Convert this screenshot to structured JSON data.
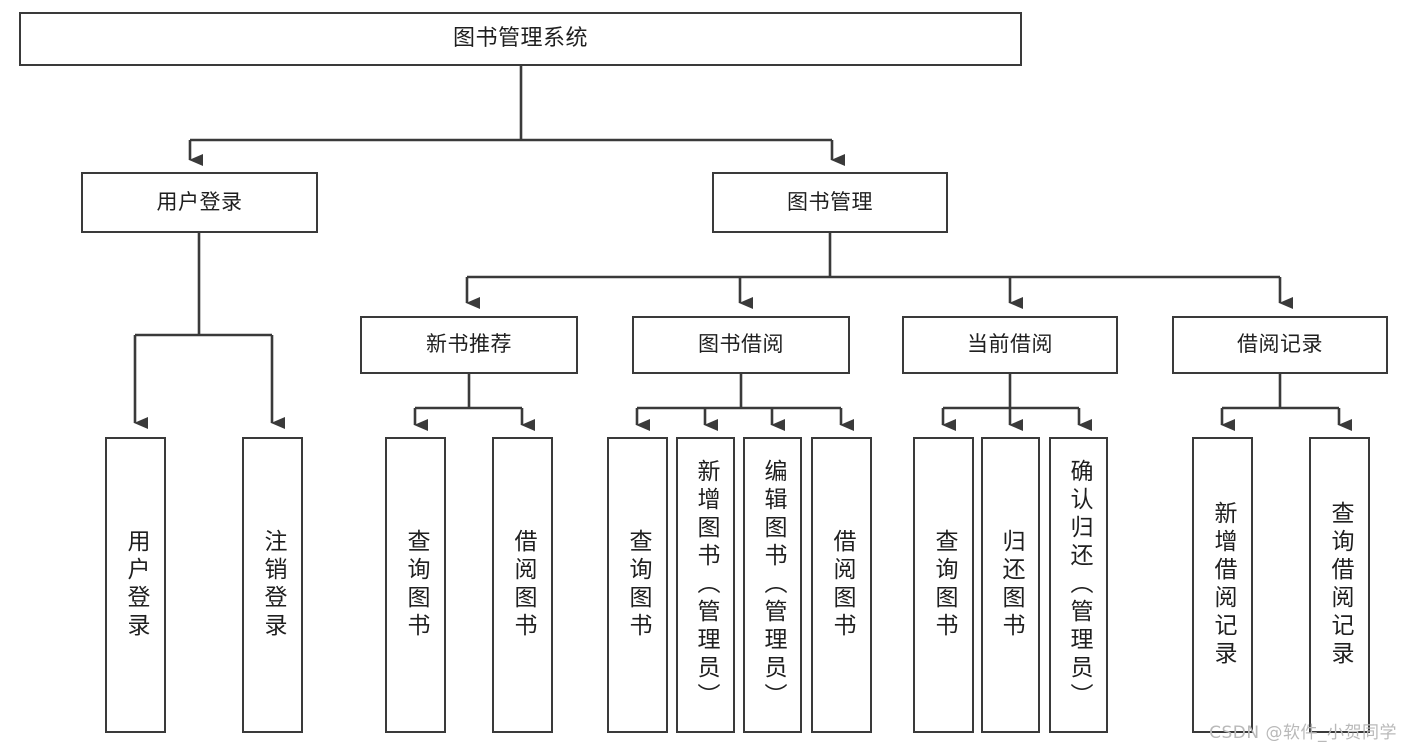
{
  "diagram": {
    "type": "tree",
    "title": "图书管理系统",
    "orientation": "top-down",
    "colors": {
      "stroke": "#3a3a3a",
      "fill": "#ffffff",
      "text": "#1f1f1f",
      "watermark": "#b9b9b9"
    },
    "nodes": {
      "root": {
        "label": "图书管理系统"
      },
      "level1": [
        {
          "label": "用户登录"
        },
        {
          "label": "图书管理"
        }
      ],
      "level2": [
        {
          "label": "新书推荐"
        },
        {
          "label": "图书借阅"
        },
        {
          "label": "当前借阅"
        },
        {
          "label": "借阅记录"
        }
      ],
      "leaves": {
        "user_login": [
          {
            "label": "用户登录"
          },
          {
            "label": "注销登录"
          }
        ],
        "new_book_recommend": [
          {
            "label": "查询图书"
          },
          {
            "label": "借阅图书"
          }
        ],
        "book_borrow": [
          {
            "label": "查询图书"
          },
          {
            "label": "新增图书（管理员）"
          },
          {
            "label": "编辑图书（管理员）"
          },
          {
            "label": "借阅图书"
          }
        ],
        "current_borrow": [
          {
            "label": "查询图书"
          },
          {
            "label": "归还图书"
          },
          {
            "label": "确认归还（管理员）"
          }
        ],
        "borrow_record": [
          {
            "label": "新增借阅记录"
          },
          {
            "label": "查询借阅记录"
          }
        ]
      }
    }
  },
  "watermark": {
    "text": "CSDN @软件_小贺同学"
  }
}
